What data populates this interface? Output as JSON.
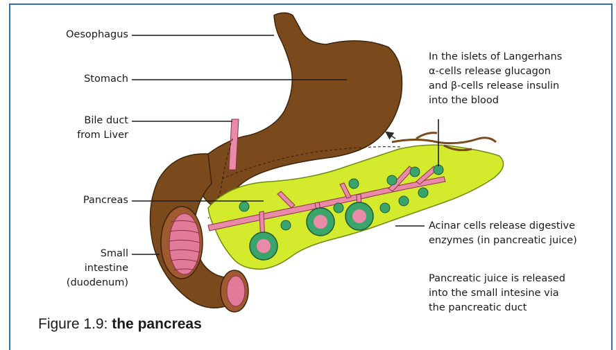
{
  "labels": {
    "oesophagus": "Oesophagus",
    "stomach": "Stomach",
    "bile_duct": [
      "Bile duct",
      "from Liver"
    ],
    "pancreas": "Pancreas",
    "small_intestine": [
      "Small",
      "intestine",
      "(duodenum)"
    ]
  },
  "annotations": {
    "islets": [
      "In the islets of Langerhans",
      "α-cells release glucagon",
      "and β-cells release insulin",
      "into the blood"
    ],
    "acinar": [
      "Acinar cells release digestive",
      "enzymes (in pancreatic juice)"
    ],
    "juice": [
      "Pancreatic juice is released",
      "into the small intesine via",
      "the pancreatic duct"
    ]
  },
  "caption": {
    "prefix": "Figure  1.9: ",
    "title": "the pancreas"
  },
  "colors": {
    "stomach": "#7a4a1c",
    "pancreas": "#d4ea2c",
    "duct": "#e98aa8",
    "islet": "#3aa56a",
    "frame": "#2f6fb6"
  }
}
